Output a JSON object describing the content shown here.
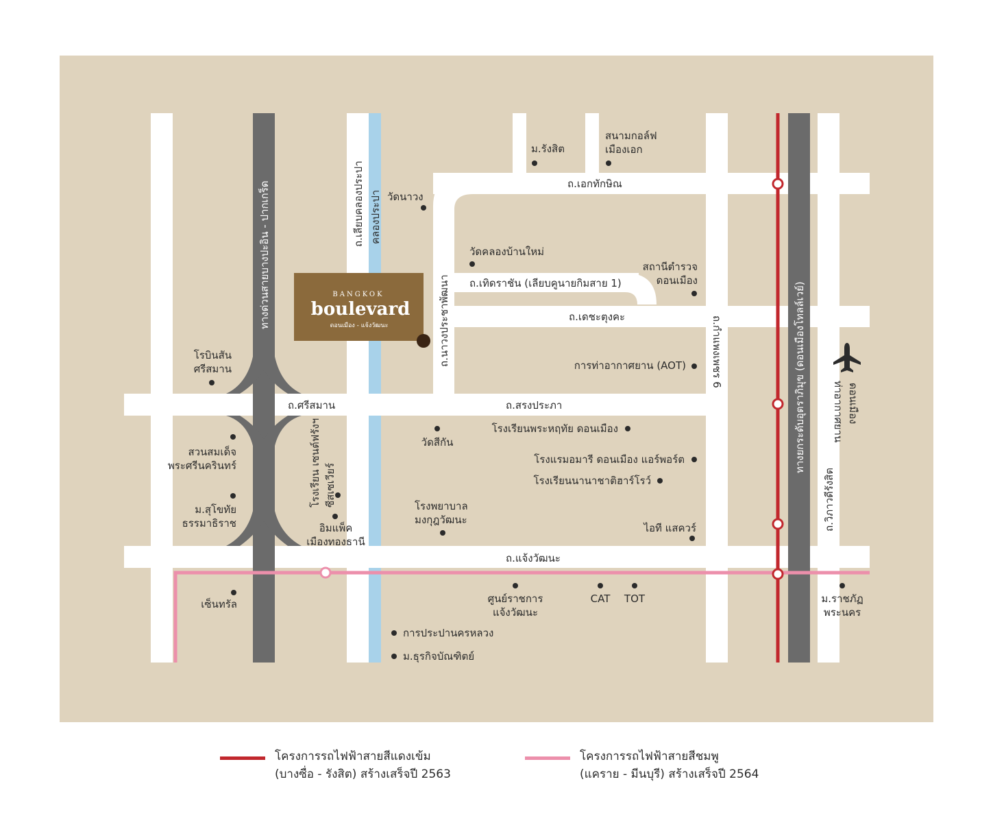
{
  "colors": {
    "background": "#dfd3bd",
    "road": "#ffffff",
    "expressway": "#6b6b6b",
    "canal": "#a8d2ea",
    "red_line": "#c1272d",
    "pink_line": "#ec8fab",
    "logo_bg": "#8b6a3c",
    "dot": "#2b2b2b"
  },
  "logo": {
    "top": "BANGKOK",
    "main": "boulevard",
    "sub": "ดอนเมือง - แจ้งวัฒนะ"
  },
  "roads": {
    "expressway_west": "ทางด่วนสายบางปะอิน - ปากเกร็ด",
    "klong_prapa_road": "ถ.เลียบคลองประปา",
    "klong_prapa_canal": "คลองประปา",
    "nawong_road": "ถ.นาวงประชาพัฒนา",
    "ekthakshin": "ถ.เอกทักษิณ",
    "thoedrachan": "ถ.เทิดราชัน (เลียบคูนายกิมสาย 1)",
    "dechatungkha": "ถ.เดชะตุงคะ",
    "sisaman": "ถ.ศรีสมาน",
    "songprapa": "ถ.สรงประภา",
    "kamphaeng_phet6": "ถ.กำแพงเพชร 6",
    "uttaraphimuk": "ทางยกระดับอุตราภิมุข (ดอนเมืองโทลล์เวย์)",
    "vibhavadi": "ถ.วิภาวดีรังสิต",
    "chaengwattana": "ถ.แจ้งวัฒนะ"
  },
  "places": {
    "rangsit_univ": "ม.รังสิต",
    "golf_line1": "สนามกอล์ฟ",
    "golf_line2": "เมืองเอก",
    "wat_nawong": "วัดนาวง",
    "wat_klong_ban_mai": "วัดคลองบ้านใหม่",
    "police_line1": "สถานีตำรวจ",
    "police_line2": "ดอนเมือง",
    "aot": "การท่าอากาศยาน (AOT)",
    "robinson_line1": "โรบินสัน",
    "robinson_line2": "ศรีสมาน",
    "park_line1": "สวนสมเด็จ",
    "park_line2": "พระศรีนครินทร์",
    "stou_line1": "ม.สุโขทัย",
    "stou_line2": "ธรรมาธิราช",
    "st_francis_line1": "โรงเรียน เซนต์ฟรังฯ",
    "st_francis_line2": "ซีสเซเวียร์",
    "impact_line1": "อิมแพ็ค",
    "impact_line2": "เมืองทองธานี",
    "wat_si_kan": "วัดสีกัน",
    "hathai_school": "โรงเรียนพระหฤทัย ดอนเมือง",
    "amari_hotel": "โรงแรมอมารี ดอนเมือง แอร์พอร์ต",
    "harrow_school": "โรงเรียนนานาชาติฮาร์โรว์",
    "hospital_line1": "โรงพยาบาล",
    "hospital_line2": "มงกุฎวัฒนะ",
    "it_square": "ไอที แสควร์",
    "central": "เซ็นทรัล",
    "govt_line1": "ศูนย์ราชการ",
    "govt_line2": "แจ้งวัฒนะ",
    "cat": "CAT",
    "tot": "TOT",
    "mwa": "การประปานครหลวง",
    "dpu": "ม.ธุรกิจบัณฑิตย์",
    "pnru_line1": "ม.ราชภัฏ",
    "pnru_line2": "พระนคร",
    "airport_line1": "ท่าอากาศยาน",
    "airport_line2": "ดอนเมือง"
  },
  "legend": [
    {
      "line1": "โครงการรถไฟฟ้าสายสีแดงเข้ม",
      "line2": "(บางซื่อ - รังสิต) สร้างเสร็จปี 2563"
    },
    {
      "line1": "โครงการรถไฟฟ้าสายสีชมพู",
      "line2": "(แคราย - มีนบุรี) สร้างเสร็จปี 2564"
    }
  ]
}
